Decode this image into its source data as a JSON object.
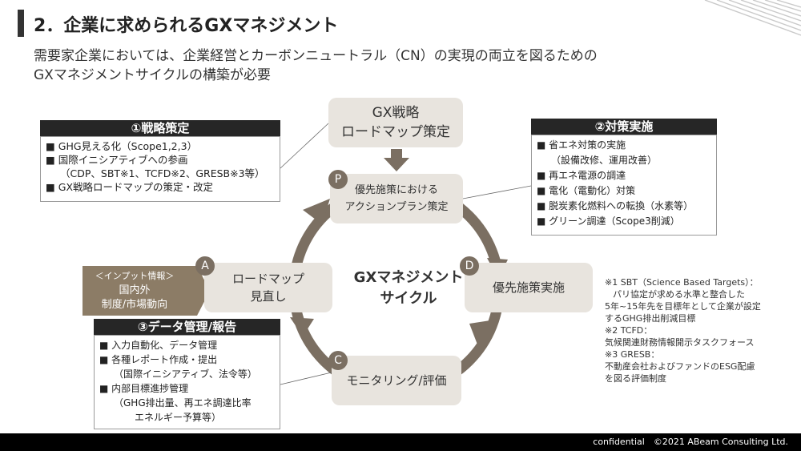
{
  "header": {
    "title": "2．企業に求められるGXマネジメント",
    "subtitle_lines": [
      "需要家企業においては、企業経営とカーボンニュートラル（CN）の実現の両立を図るための",
      "GXマネジメントサイクルの構築が必要"
    ]
  },
  "cycle": {
    "center_lines": [
      "GXマネジメント",
      "サイクル"
    ],
    "top_box_lines": [
      "GX戦略",
      "ロードマップ策定"
    ],
    "plan_box_lines": [
      "優先施策における",
      "アクションプラン策定"
    ],
    "do_box": "優先施策実施",
    "check_box": "モニタリング/評価",
    "act_box_lines": [
      "ロードマップ",
      "見直し"
    ],
    "badges": {
      "p": "P",
      "d": "D",
      "c": "C",
      "a": "A"
    }
  },
  "input_box": {
    "tag": "＜インプット情報＞",
    "lines": [
      "国内外",
      "制度/市場動向"
    ]
  },
  "panels": {
    "strategy": {
      "title": "①戦略策定",
      "items": [
        "■ GHG見える化（Scope1,2,3）",
        "■ 国際イニシアティブへの参画",
        "（CDP、SBT※1、TCFD※2、GRESB※3等）",
        "■ GX戦略ロードマップの策定・改定"
      ]
    },
    "measures": {
      "title": "②対策実施",
      "items": [
        "■ 省エネ対策の実施",
        "（設備改修、運用改善）",
        "■ 再エネ電源の調達",
        "■ 電化（電動化）対策",
        "■ 脱炭素化燃料への転換（水素等）",
        "■ グリーン調達（Scope3削減）"
      ]
    },
    "data": {
      "title": "③データ管理/報告",
      "items": [
        "■ 入力自動化、データ管理",
        "■ 各種レポート作成・提出",
        "（国際イニシアティブ、法令等）",
        "■ 内部目標進捗管理",
        "（GHG排出量、再エネ調達比率",
        "エネルギー予算等）"
      ]
    }
  },
  "footnotes": [
    "※1 SBT（Science Based Targets）：",
    "パリ協定が求める水準と整合した",
    "5年~15年先を目標年として企業が設定",
    "するGHG排出削減目標",
    "※2 TCFD：",
    "気候関連財務情報開示タスクフォース",
    "※3 GRESB：",
    "不動産会社およびファンドのESG配慮",
    "を図る評価制度"
  ],
  "footer": {
    "text": "confidential　©2021 ABeam Consulting Ltd."
  },
  "colors": {
    "cycle_brown": "#7b6f62",
    "box_beige": "#e8e4de",
    "input_brown": "#8c7c66",
    "header_black": "#262626"
  }
}
